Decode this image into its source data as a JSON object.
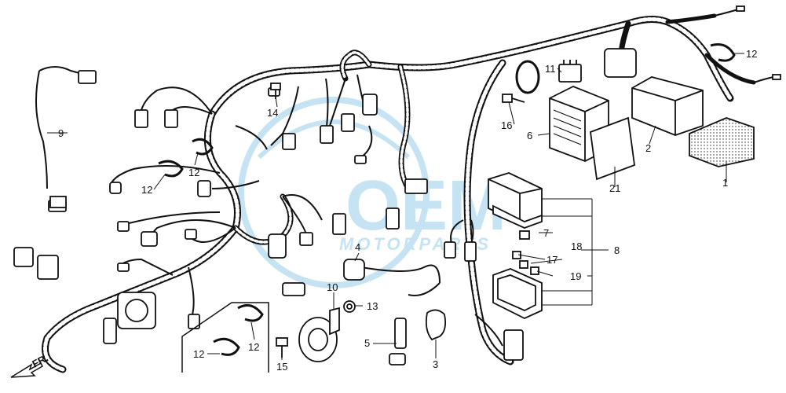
{
  "diagram": {
    "watermark": {
      "brand": "OEM",
      "subtitle": "MOTORPARTS",
      "color": "#bfe0f2"
    },
    "front_indicator": "FR.",
    "callouts": [
      {
        "id": "c1",
        "text": "1"
      },
      {
        "id": "c2",
        "text": "2"
      },
      {
        "id": "c3",
        "text": "3"
      },
      {
        "id": "c4",
        "text": "4"
      },
      {
        "id": "c5",
        "text": "5"
      },
      {
        "id": "c6",
        "text": "6"
      },
      {
        "id": "c7",
        "text": "7"
      },
      {
        "id": "c8",
        "text": "8"
      },
      {
        "id": "c9",
        "text": "9"
      },
      {
        "id": "c10",
        "text": "10"
      },
      {
        "id": "c11",
        "text": "11"
      },
      {
        "id": "c12a",
        "text": "12"
      },
      {
        "id": "c12b",
        "text": "12"
      },
      {
        "id": "c12c",
        "text": "12"
      },
      {
        "id": "c12d",
        "text": "12"
      },
      {
        "id": "c12e",
        "text": "12"
      },
      {
        "id": "c13",
        "text": "13"
      },
      {
        "id": "c14",
        "text": "14"
      },
      {
        "id": "c15",
        "text": "15"
      },
      {
        "id": "c16",
        "text": "16"
      },
      {
        "id": "c17",
        "text": "17"
      },
      {
        "id": "c18",
        "text": "18"
      },
      {
        "id": "c19",
        "text": "19"
      },
      {
        "id": "c21",
        "text": "21"
      }
    ]
  }
}
